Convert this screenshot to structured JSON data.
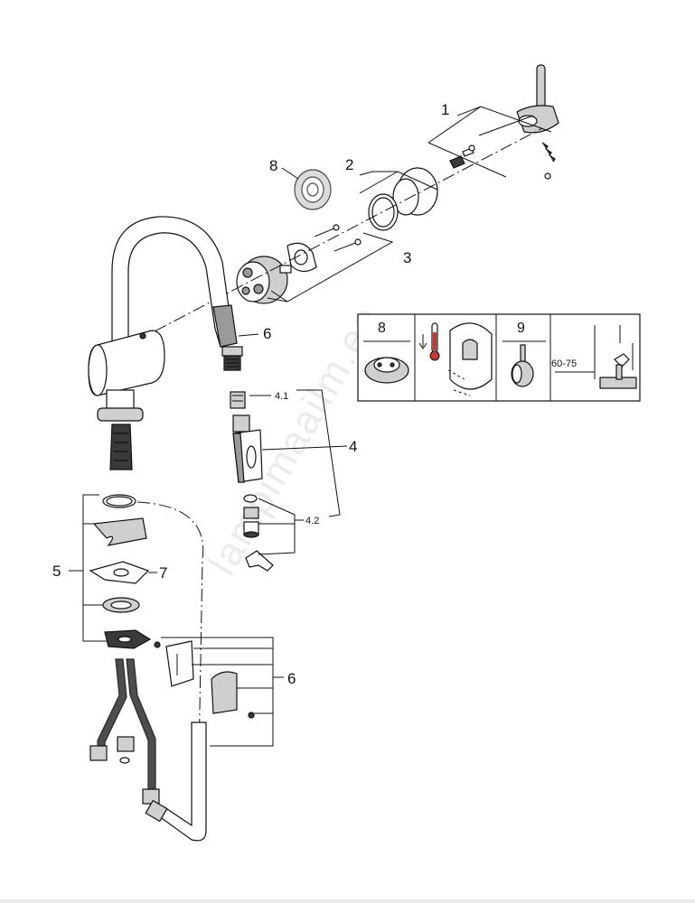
{
  "callouts": {
    "c1": "1",
    "c2": "2",
    "c3": "3",
    "c4": "4",
    "c4_1": "4.1",
    "c4_2": "4.2",
    "c5": "5",
    "c6_top": "6",
    "c6_bottom": "6",
    "c7": "7",
    "c8": "8"
  },
  "inset": {
    "panel_8": "8",
    "panel_9": "9",
    "dimension": "60-75"
  },
  "watermark": "lampimaailm.ee"
}
